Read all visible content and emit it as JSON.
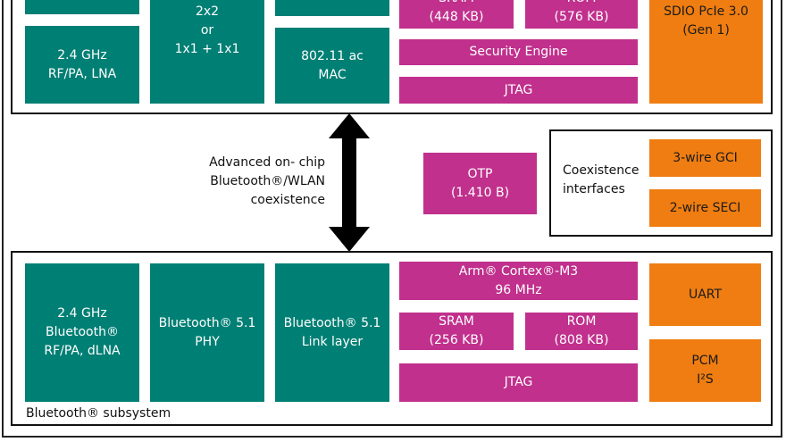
{
  "colors": {
    "teal": "#007f74",
    "magenta": "#c0308c",
    "orange": "#ef7d11"
  },
  "wlan": {
    "top_left_partial": "",
    "rf": [
      "2.4 GHz",
      "RF/PA, LNA"
    ],
    "mimo": [
      "2x2",
      "or",
      "1x1 + 1x1"
    ],
    "mac": [
      "802.11 ac",
      "MAC"
    ],
    "sram": [
      "SRAM",
      "(448 KB)"
    ],
    "rom": [
      "ROM",
      "(576 KB)"
    ],
    "security": "Security Engine",
    "jtag": "JTAG",
    "sdio": [
      "SDIO PcIe 3.0",
      "(Gen 1)"
    ]
  },
  "middle": {
    "coex_text": [
      "Advanced on- chip",
      "Bluetooth®/WLAN",
      "coexistence"
    ],
    "otp": [
      "OTP",
      "(1.410 B)"
    ],
    "coex_label": [
      "Coexistence",
      "interfaces"
    ],
    "gci": "3-wire GCI",
    "seci": "2-wire SECI"
  },
  "bt": {
    "rf": [
      "2.4 GHz",
      "Bluetooth®",
      "RF/PA, dLNA"
    ],
    "phy": [
      "Bluetooth® 5.1",
      "PHY"
    ],
    "link": [
      "Bluetooth® 5.1",
      "Link layer"
    ],
    "cpu": [
      "Arm® Cortex®-M3",
      "96 MHz"
    ],
    "sram": [
      "SRAM",
      "(256 KB)"
    ],
    "rom": [
      "ROM",
      "(808 KB)"
    ],
    "jtag": "JTAG",
    "uart": "UART",
    "pcm": [
      "PCM",
      "I²S"
    ],
    "subsystem_label": "Bluetooth® subsystem"
  }
}
